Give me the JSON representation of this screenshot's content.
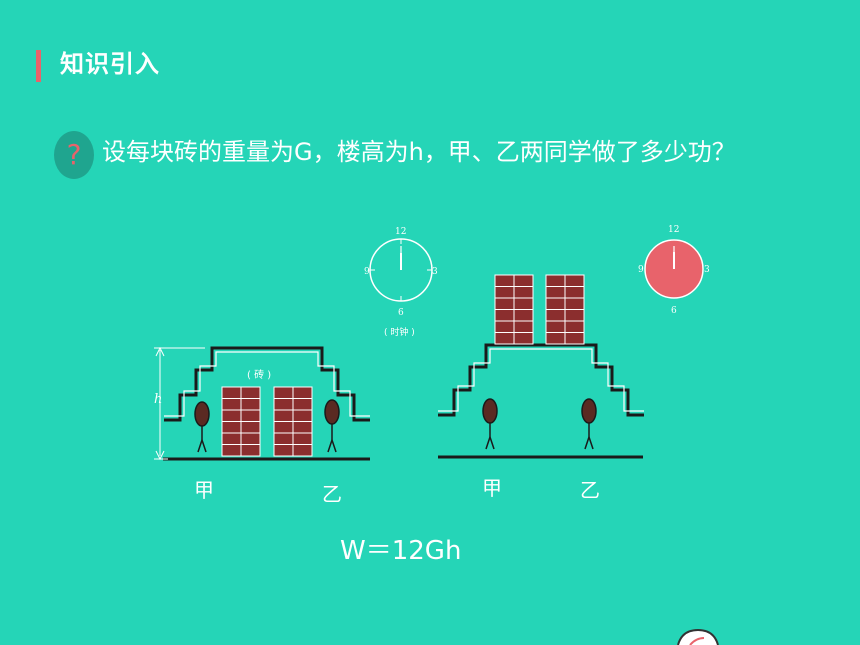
{
  "section": {
    "title": "知识引入"
  },
  "question": {
    "badge": "?",
    "text": "设每块砖的重量为G，楼高为h，甲、乙两同学做了多少功？"
  },
  "formula": "W＝12Gh",
  "left_scene": {
    "brick_label": "( 砖 )",
    "height_label": "h",
    "person_a": "甲",
    "person_b": "乙"
  },
  "right_scene": {
    "person_a": "甲",
    "person_b": "乙"
  },
  "clock_left": {
    "n12": "12",
    "n3": "3",
    "n6": "6",
    "n9": "9",
    "caption": "( 时钟 )"
  },
  "clock_right": {
    "n12": "12",
    "n3": "3",
    "n6": "6",
    "n9": "9"
  },
  "colors": {
    "background": "#25d5b7",
    "accent": "#e8636b",
    "brick": "#8b2e2e",
    "badge": "#1fa58f"
  }
}
